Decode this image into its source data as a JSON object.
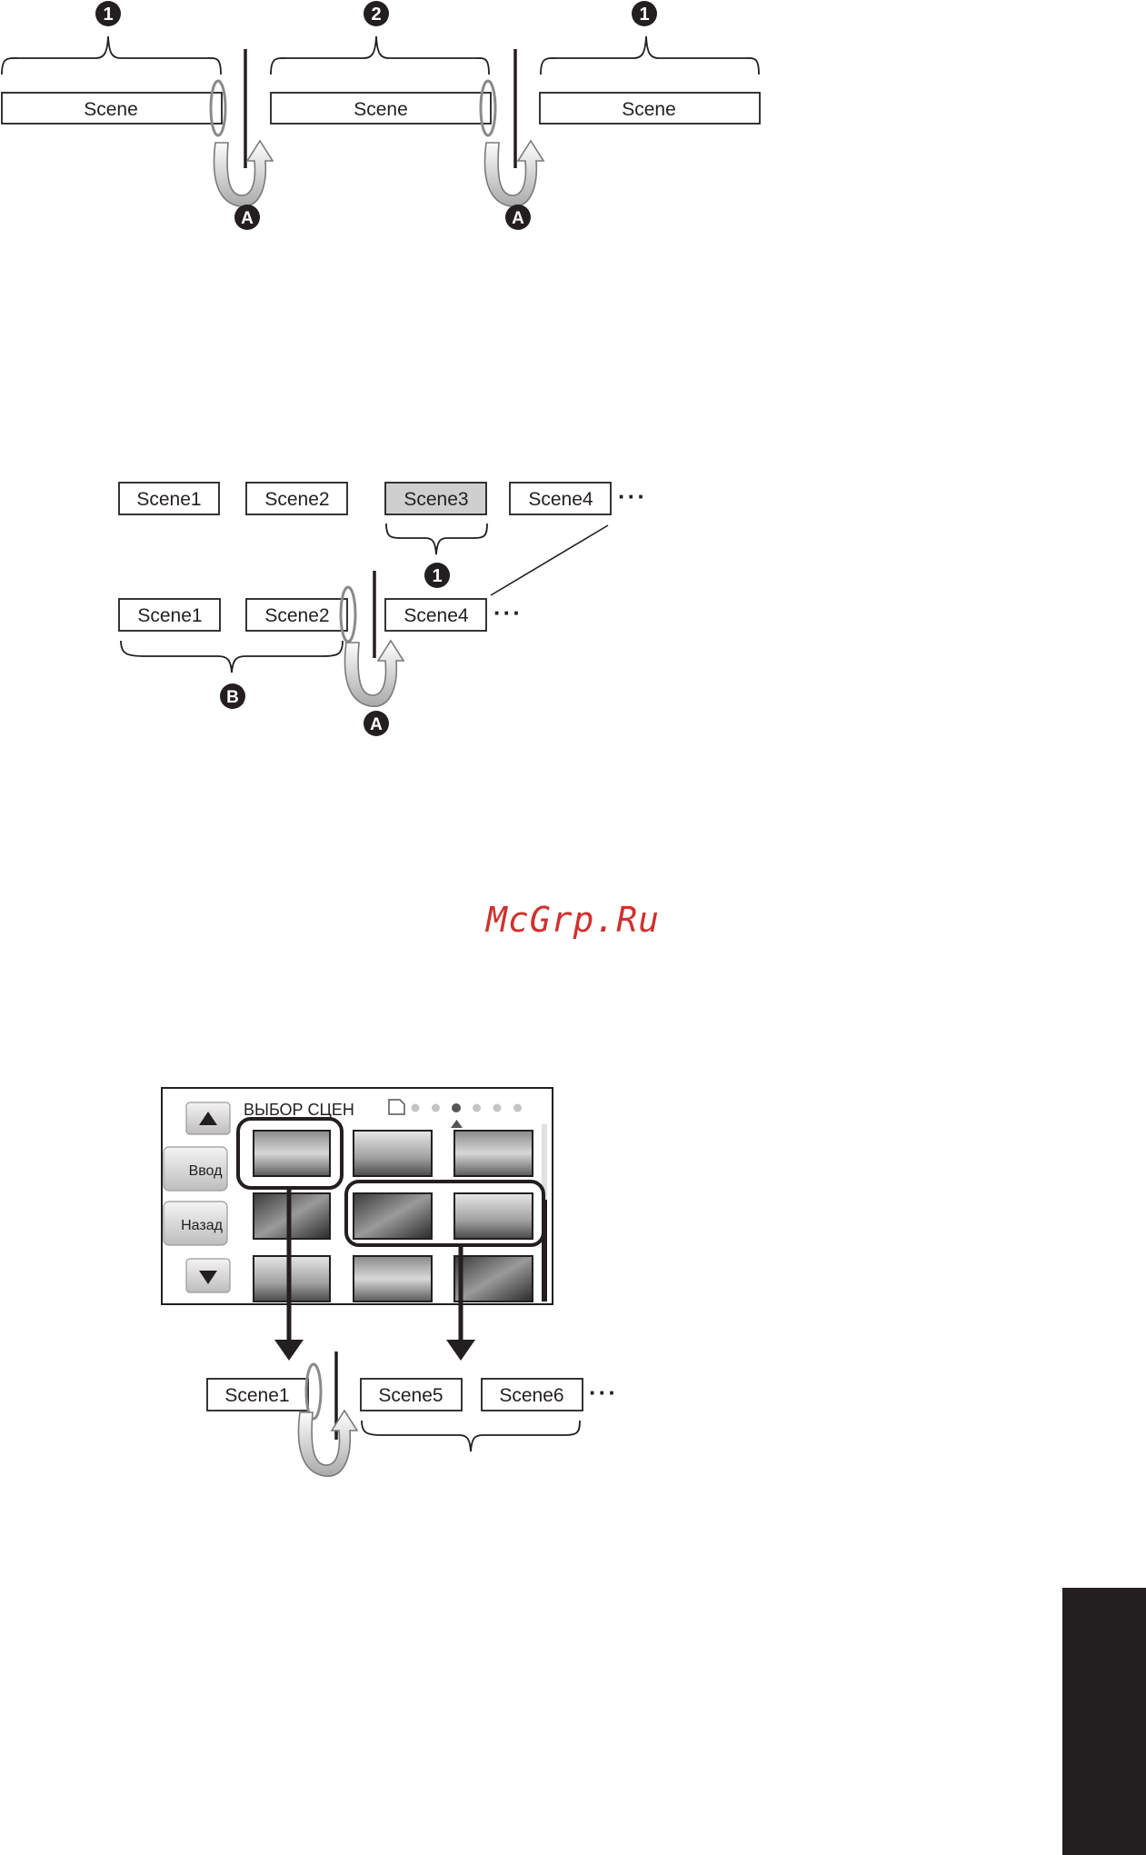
{
  "figure1": {
    "scene_label": "Scene",
    "bracket_markers": [
      "1",
      "2",
      "1"
    ],
    "point_marker": "A"
  },
  "figure2": {
    "top_scenes": [
      "Scene1",
      "Scene2",
      "Scene3",
      "Scene4"
    ],
    "selected_scene": "Scene3",
    "selected_marker": "1",
    "bottom_scenes": [
      "Scene1",
      "Scene2",
      "Scene4"
    ],
    "group_marker": "B",
    "point_marker": "A",
    "ellipsis": "···"
  },
  "figure3": {
    "screen_title": "ВЫБОР СЦЕН",
    "buttons": {
      "enter_label": "Ввод",
      "back_label": "Назад"
    },
    "page_dots": {
      "total": 6,
      "current": 3
    },
    "result_scenes": [
      "Scene1",
      "Scene5",
      "Scene6"
    ],
    "ellipsis": "···"
  },
  "watermark": "McGrp.Ru",
  "colors": {
    "ink": "#231f20",
    "arrow_gray": "#b0b0b0",
    "ring_gray": "#8a8a8a",
    "selected_fill": "#cfcfcf",
    "watermark": "#d0312d"
  }
}
